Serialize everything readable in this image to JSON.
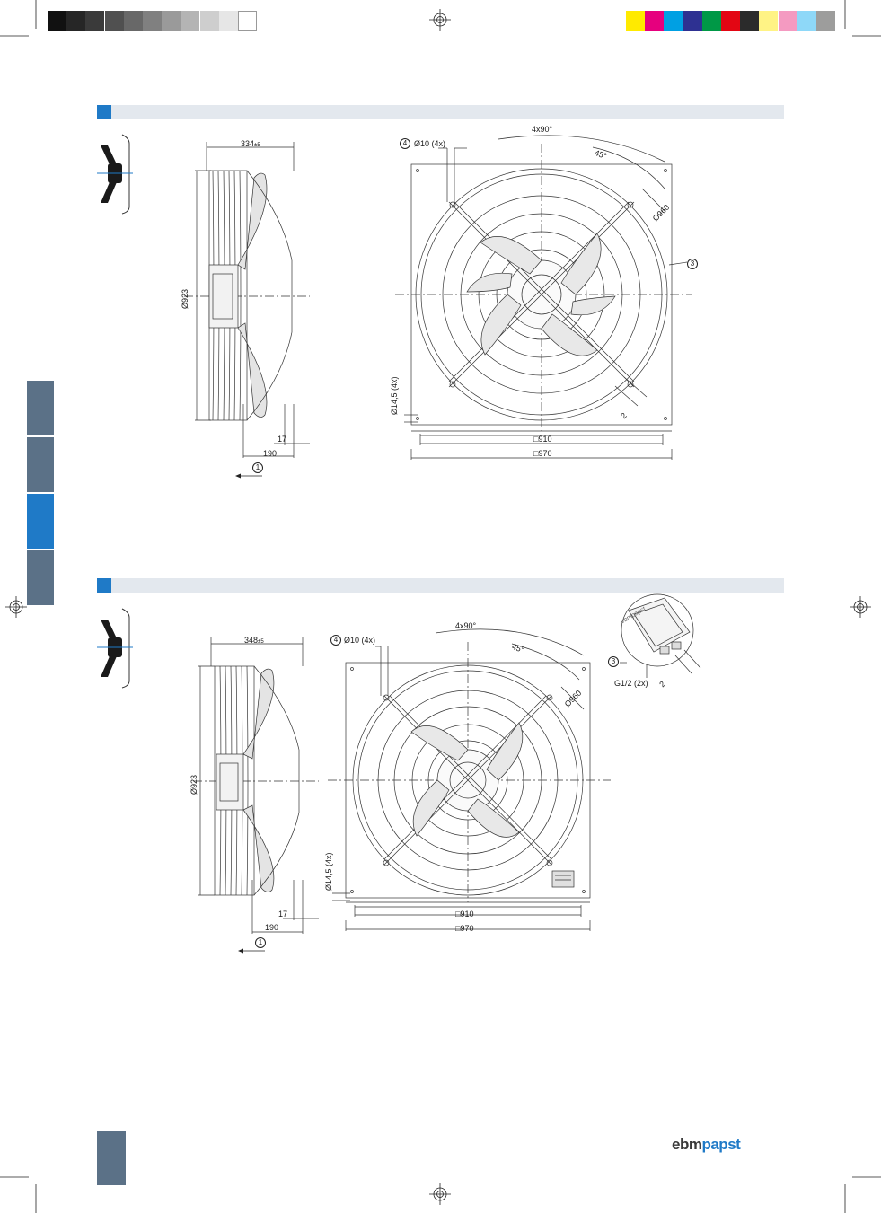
{
  "colors": {
    "gray_bar": [
      "#111111",
      "#262626",
      "#3a3a3a",
      "#505050",
      "#686868",
      "#808080",
      "#9a9a9a",
      "#b4b4b4",
      "#cecece",
      "#e6e6e6",
      "#ffffff"
    ],
    "color_bar": [
      "#ffea00",
      "#e6007e",
      "#00a0e3",
      "#2e3192",
      "#009846",
      "#e30613",
      "#2b2b2b",
      "#fff385",
      "#f49ac1",
      "#8ed8f8",
      "#9d9d9c"
    ],
    "accent": "#1f7ac7",
    "side_tabs": [
      "#5b7187",
      "#5b7187",
      "#1f7ac7",
      "#5b7187"
    ],
    "footer_tab": "#5b7187"
  },
  "drawing1": {
    "side": {
      "dim_depth": "334",
      "dim_depth_tol": "±5",
      "dim_diameter": "Ø923",
      "dim_17": "17",
      "dim_190": "190",
      "callout_1": "1"
    },
    "front": {
      "callout_4": "4",
      "holes": "Ø10 (4x)",
      "angle_total": "4x90°",
      "angle_45": "45°",
      "dim_960": "Ø960",
      "callout_3": "3",
      "callout_2": "2",
      "slot": "Ø14,5 (4x)",
      "dim_910": "910",
      "dim_970": "970"
    }
  },
  "drawing2": {
    "side": {
      "dim_depth": "348",
      "dim_depth_tol": "±5",
      "dim_diameter": "Ø923",
      "dim_17": "17",
      "dim_190": "190",
      "callout_1": "1"
    },
    "front": {
      "callout_4": "4",
      "holes": "Ø10 (4x)",
      "angle_total": "4x90°",
      "angle_45": "45°",
      "dim_960": "Ø960",
      "slot": "Ø14,5 (4x)",
      "dim_910": "910",
      "dim_970": "970"
    },
    "detail": {
      "callout_3": "3",
      "callout_2": "2",
      "gland": "G1/2 (2x)",
      "brand_mark": "ebmpapst"
    }
  },
  "footer": {
    "brand_ebm": "ebm",
    "brand_papst": "papst",
    "brand_ebm_color": "#3a3a3a",
    "brand_papst_color": "#1f7ac7"
  }
}
